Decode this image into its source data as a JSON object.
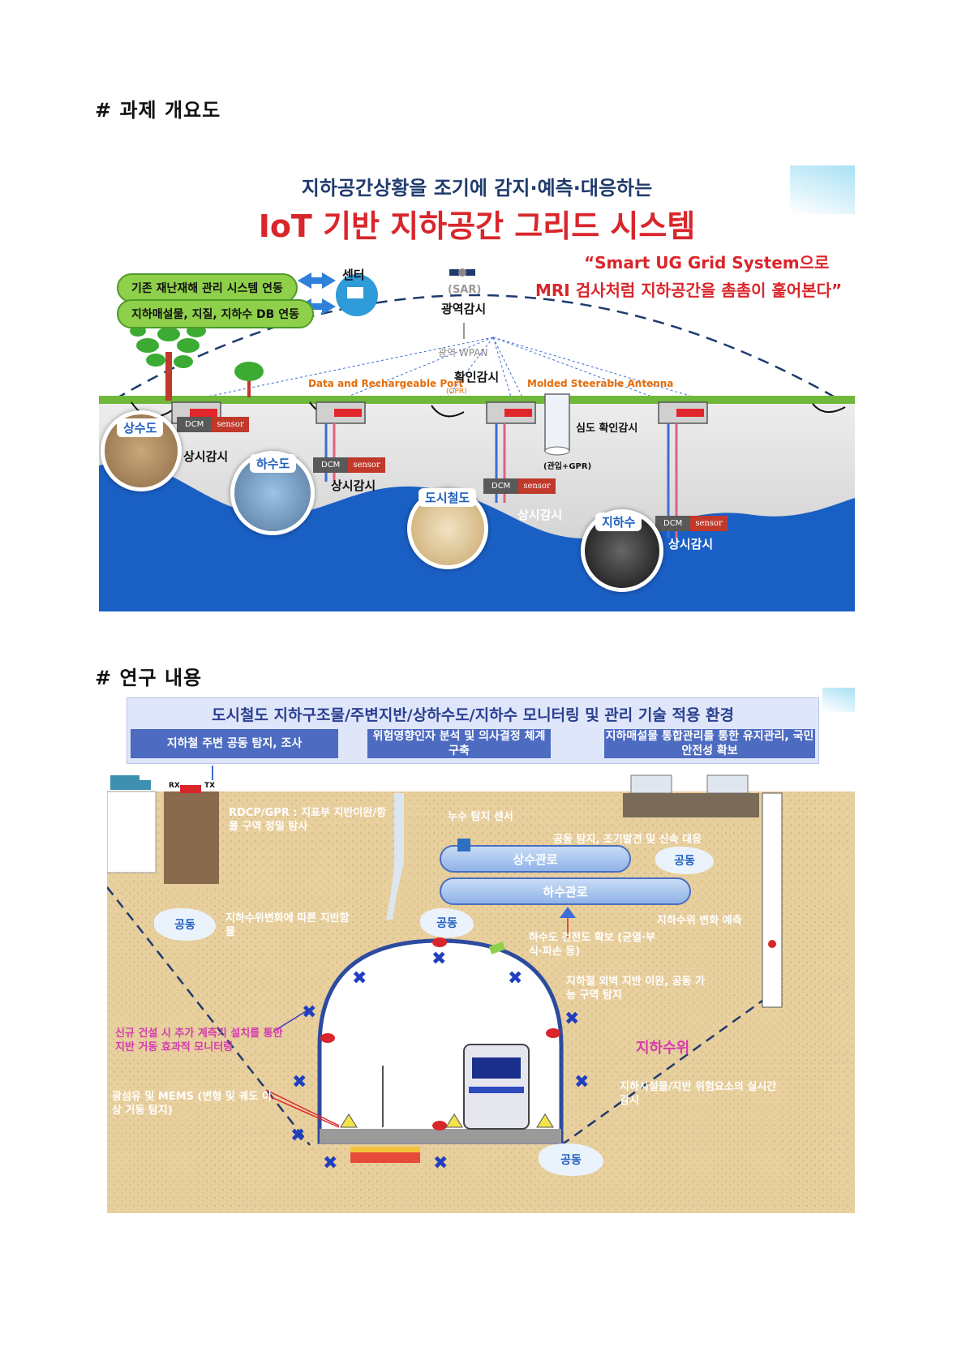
{
  "sections": {
    "overview_heading": "# 과제 개요도",
    "research_heading": "# 연구 내용"
  },
  "diagram1": {
    "title_line1": "지하공간상황을 조기에 감지·예측·대응하는",
    "title_line2": "IoT 기반 지하공간 그리드 시스템",
    "quote_line1": "“Smart UG Grid System으로",
    "quote_line2": "MRI 검사처럼 지하공간을 촘촘이 훑어본다”",
    "pill_1": "기존 재난재해 관리 시스템 연동",
    "pill_2": "지하매설물, 지질, 지하수 DB 연동",
    "center_label": "센터",
    "sar_label": "(SAR)",
    "wide_monitor": "광역감시",
    "wpan_label": "광역 WPAN",
    "data_port": "Data and Rechargeable Port",
    "confirm_monitor": "확인감시",
    "gpr_small": "(GPR)",
    "antenna": "Molded Steerable Antenna",
    "deep_confirm": "심도 확인감시",
    "pipe_gpr": "(관입+GPR)",
    "dcm": "DCM",
    "sensor": "sensor",
    "constant_monitor": "상시감시",
    "water_supply": "상수도",
    "sewer": "하수도",
    "urban_rail": "도시철도",
    "groundwater": "지하수"
  },
  "diagram2": {
    "header_title": "도시철도 지하구조물/주변지반/상하수도/지하수 모니터링 및 관리 기술 적용 환경",
    "box_1": "지하철 주변 공동 탐지, 조사",
    "box_2": "위험영향인자 분석 및 의사결정 체계 구축",
    "box_3": "지하매설물 통합관리를 통한 유지관리, 국민 안전성 확보",
    "rdcp": "RDCP/GPR : 지표부 지반이완/함몰 구역 정밀 탐사",
    "leak_sensor": "누수 탐지 센서",
    "cavity_response": "공동 탐지, 조기발견 및 신속 대응",
    "water_pipe": "상수관로",
    "sewer_pipe": "하수관로",
    "cavity": "공동",
    "gw_change_subsidence": "지하수위변화에 따른 지반함몰",
    "gw_forecast": "지하수위 변화 예측",
    "sewer_health": "하수도 건전도 확보 (균열·부식·파손 등)",
    "subway_outer": "지하철 외벽 지반 이완, 공동 가능 구역 탐지",
    "new_build": "신규 건설 시 추가 계측기 설치를 통한 지반 거동 효과적 모니터링",
    "groundwater_level": "지하수위",
    "optical_mems": "광섬유 및 MEMS (변형 및 궤도 이상 거동 탐지)",
    "realtime": "지하시설물/지반 위험요소의 실시간 감시",
    "rx": "RX",
    "tx": "TX"
  },
  "colors": {
    "title_red": "#d9262b",
    "title_navy": "#1f3b6e",
    "water_blue": "#1a5fc4",
    "grass_green": "#6fb83a",
    "sand": "#e8cf9e",
    "magenta_text": "#d43caf"
  }
}
